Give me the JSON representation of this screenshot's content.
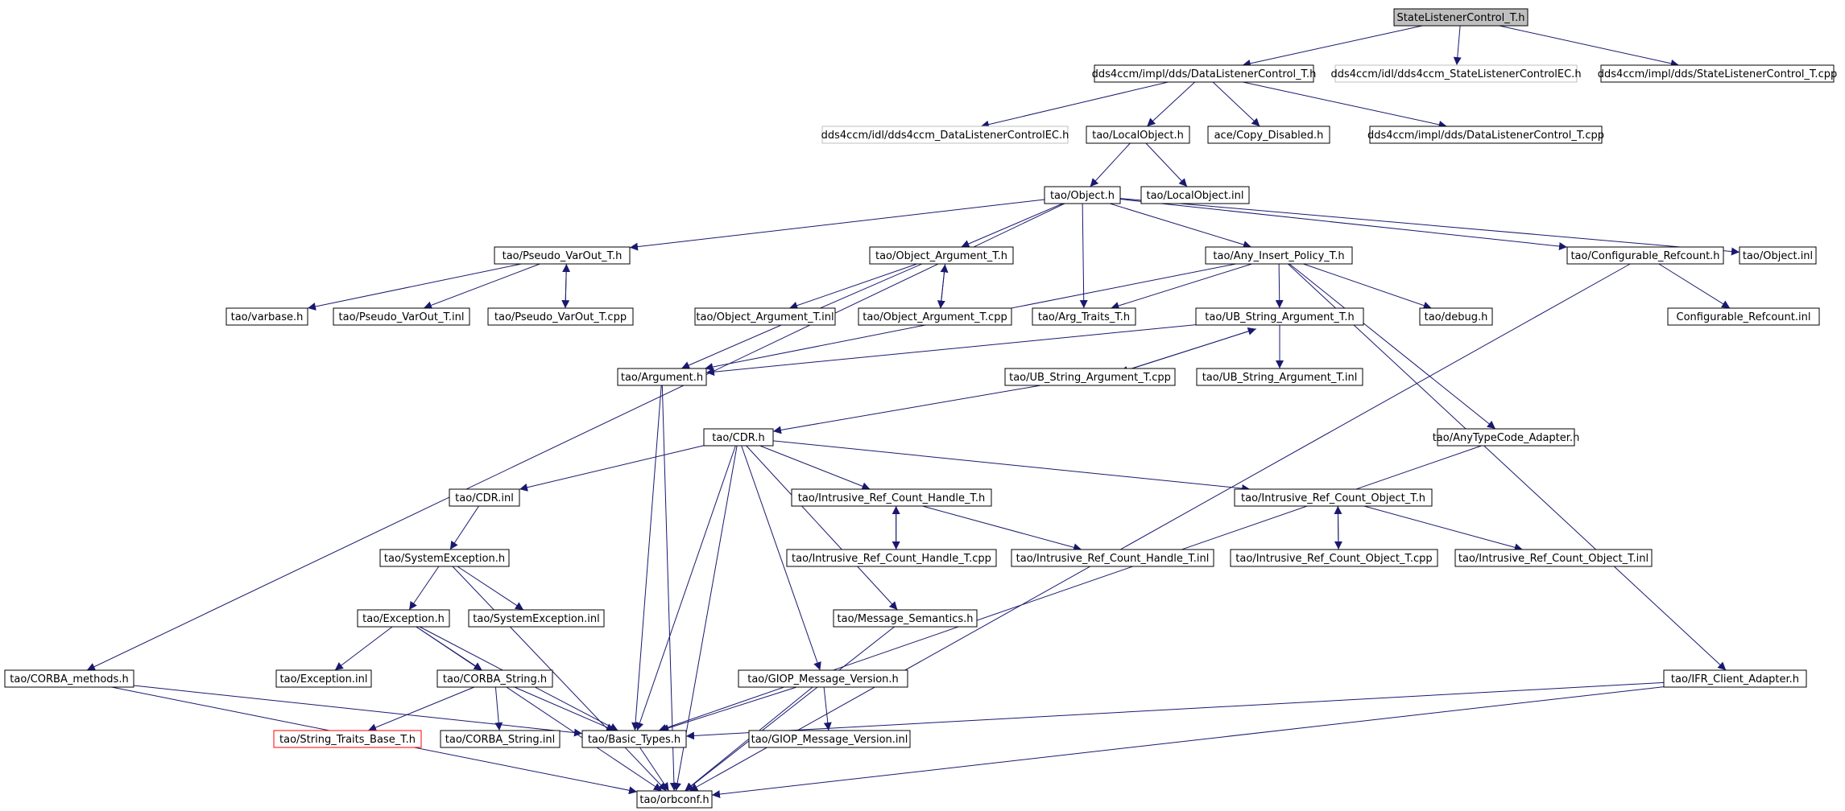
{
  "diagram": {
    "colors": {
      "edge": "#191970",
      "node_border": "#000000",
      "root_fill": "#bfbfbf",
      "grey_border": "#bfbfbf",
      "red_border": "#ff0000",
      "text": "#000000"
    },
    "nodes": [
      {
        "id": "n0",
        "label": "StateListenerControl_T.h",
        "style": "root"
      },
      {
        "id": "n1",
        "label": "dds4ccm/impl/dds/DataListenerControl_T.h",
        "style": "normal"
      },
      {
        "id": "n2",
        "label": "dds4ccm/idl/dds4ccm_StateListenerControlEC.h",
        "style": "grey"
      },
      {
        "id": "n3",
        "label": "dds4ccm/impl/dds/StateListenerControl_T.cpp",
        "style": "normal"
      },
      {
        "id": "n4",
        "label": "dds4ccm/idl/dds4ccm_DataListenerControlEC.h",
        "style": "grey"
      },
      {
        "id": "n5",
        "label": "tao/LocalObject.h",
        "style": "normal"
      },
      {
        "id": "n6",
        "label": "ace/Copy_Disabled.h",
        "style": "normal"
      },
      {
        "id": "n7",
        "label": "dds4ccm/impl/dds/DataListenerControl_T.cpp",
        "style": "normal"
      },
      {
        "id": "n8",
        "label": "tao/Object.h",
        "style": "normal"
      },
      {
        "id": "n9",
        "label": "tao/LocalObject.inl",
        "style": "normal"
      },
      {
        "id": "n10",
        "label": "tao/Pseudo_VarOut_T.h",
        "style": "normal"
      },
      {
        "id": "n11",
        "label": "tao/Object_Argument_T.h",
        "style": "normal"
      },
      {
        "id": "n12",
        "label": "tao/Any_Insert_Policy_T.h",
        "style": "normal"
      },
      {
        "id": "n13",
        "label": "tao/Configurable_Refcount.h",
        "style": "normal"
      },
      {
        "id": "n14",
        "label": "tao/Object.inl",
        "style": "normal"
      },
      {
        "id": "n15",
        "label": "tao/varbase.h",
        "style": "normal"
      },
      {
        "id": "n16",
        "label": "tao/Pseudo_VarOut_T.inl",
        "style": "normal"
      },
      {
        "id": "n17",
        "label": "tao/Pseudo_VarOut_T.cpp",
        "style": "normal"
      },
      {
        "id": "n18",
        "label": "tao/Object_Argument_T.inl",
        "style": "normal"
      },
      {
        "id": "n19",
        "label": "tao/Object_Argument_T.cpp",
        "style": "normal"
      },
      {
        "id": "n20",
        "label": "tao/Arg_Traits_T.h",
        "style": "normal"
      },
      {
        "id": "n21",
        "label": "tao/UB_String_Argument_T.h",
        "style": "normal"
      },
      {
        "id": "n22",
        "label": "tao/debug.h",
        "style": "normal"
      },
      {
        "id": "n23",
        "label": "Configurable_Refcount.inl",
        "style": "normal"
      },
      {
        "id": "n24",
        "label": "tao/Argument.h",
        "style": "normal"
      },
      {
        "id": "n25",
        "label": "tao/UB_String_Argument_T.cpp",
        "style": "normal"
      },
      {
        "id": "n26",
        "label": "tao/UB_String_Argument_T.inl",
        "style": "normal"
      },
      {
        "id": "n27",
        "label": "tao/CDR.h",
        "style": "normal"
      },
      {
        "id": "n28",
        "label": "tao/AnyTypeCode_Adapter.h",
        "style": "normal"
      },
      {
        "id": "n29",
        "label": "tao/CDR.inl",
        "style": "normal"
      },
      {
        "id": "n30",
        "label": "tao/Intrusive_Ref_Count_Handle_T.h",
        "style": "normal"
      },
      {
        "id": "n31",
        "label": "tao/Intrusive_Ref_Count_Object_T.h",
        "style": "normal"
      },
      {
        "id": "n32",
        "label": "tao/SystemException.h",
        "style": "normal"
      },
      {
        "id": "n33",
        "label": "tao/Intrusive_Ref_Count_Handle_T.cpp",
        "style": "normal"
      },
      {
        "id": "n34",
        "label": "tao/Intrusive_Ref_Count_Handle_T.inl",
        "style": "normal"
      },
      {
        "id": "n35",
        "label": "tao/Intrusive_Ref_Count_Object_T.cpp",
        "style": "normal"
      },
      {
        "id": "n36",
        "label": "tao/Intrusive_Ref_Count_Object_T.inl",
        "style": "normal"
      },
      {
        "id": "n37",
        "label": "tao/Exception.h",
        "style": "normal"
      },
      {
        "id": "n38",
        "label": "tao/SystemException.inl",
        "style": "normal"
      },
      {
        "id": "n39",
        "label": "tao/Message_Semantics.h",
        "style": "normal"
      },
      {
        "id": "n40",
        "label": "tao/CORBA_methods.h",
        "style": "normal"
      },
      {
        "id": "n41",
        "label": "tao/Exception.inl",
        "style": "normal"
      },
      {
        "id": "n42",
        "label": "tao/CORBA_String.h",
        "style": "normal"
      },
      {
        "id": "n43",
        "label": "tao/GIOP_Message_Version.h",
        "style": "normal"
      },
      {
        "id": "n44",
        "label": "tao/IFR_Client_Adapter.h",
        "style": "normal"
      },
      {
        "id": "n45",
        "label": "tao/String_Traits_Base_T.h",
        "style": "red"
      },
      {
        "id": "n46",
        "label": "tao/CORBA_String.inl",
        "style": "normal"
      },
      {
        "id": "n47",
        "label": "tao/Basic_Types.h",
        "style": "normal"
      },
      {
        "id": "n48",
        "label": "tao/GIOP_Message_Version.inl",
        "style": "normal"
      },
      {
        "id": "n49",
        "label": "tao/orbconf.h",
        "style": "normal"
      }
    ],
    "edges": [
      [
        "n0",
        "n1"
      ],
      [
        "n0",
        "n2"
      ],
      [
        "n0",
        "n3"
      ],
      [
        "n1",
        "n4"
      ],
      [
        "n1",
        "n5"
      ],
      [
        "n1",
        "n6"
      ],
      [
        "n1",
        "n7"
      ],
      [
        "n5",
        "n8"
      ],
      [
        "n5",
        "n9"
      ],
      [
        "n8",
        "n10"
      ],
      [
        "n8",
        "n11"
      ],
      [
        "n8",
        "n12"
      ],
      [
        "n8",
        "n13"
      ],
      [
        "n8",
        "n14"
      ],
      [
        "n8",
        "n20"
      ],
      [
        "n8",
        "n40"
      ],
      [
        "n10",
        "n15"
      ],
      [
        "n10",
        "n16"
      ],
      [
        "n10",
        "n17"
      ],
      [
        "n17",
        "n10"
      ],
      [
        "n11",
        "n18"
      ],
      [
        "n11",
        "n19"
      ],
      [
        "n19",
        "n11"
      ],
      [
        "n11",
        "n24"
      ],
      [
        "n12",
        "n20"
      ],
      [
        "n12",
        "n21"
      ],
      [
        "n12",
        "n22"
      ],
      [
        "n12",
        "n24"
      ],
      [
        "n12",
        "n28"
      ],
      [
        "n12",
        "n44"
      ],
      [
        "n13",
        "n23"
      ],
      [
        "n13",
        "n49"
      ],
      [
        "n21",
        "n24"
      ],
      [
        "n21",
        "n25"
      ],
      [
        "n21",
        "n26"
      ],
      [
        "n25",
        "n21"
      ],
      [
        "n25",
        "n27"
      ],
      [
        "n24",
        "n47"
      ],
      [
        "n24",
        "n49"
      ],
      [
        "n28",
        "n47"
      ],
      [
        "n27",
        "n29"
      ],
      [
        "n27",
        "n30"
      ],
      [
        "n27",
        "n31"
      ],
      [
        "n27",
        "n39"
      ],
      [
        "n27",
        "n43"
      ],
      [
        "n27",
        "n47"
      ],
      [
        "n27",
        "n49"
      ],
      [
        "n29",
        "n32"
      ],
      [
        "n30",
        "n33"
      ],
      [
        "n33",
        "n30"
      ],
      [
        "n30",
        "n34"
      ],
      [
        "n31",
        "n35"
      ],
      [
        "n35",
        "n31"
      ],
      [
        "n31",
        "n36"
      ],
      [
        "n32",
        "n37"
      ],
      [
        "n32",
        "n38"
      ],
      [
        "n32",
        "n49"
      ],
      [
        "n37",
        "n41"
      ],
      [
        "n37",
        "n42"
      ],
      [
        "n37",
        "n47"
      ],
      [
        "n37",
        "n49"
      ],
      [
        "n42",
        "n45"
      ],
      [
        "n42",
        "n46"
      ],
      [
        "n42",
        "n47"
      ],
      [
        "n39",
        "n49"
      ],
      [
        "n43",
        "n47"
      ],
      [
        "n43",
        "n48"
      ],
      [
        "n43",
        "n49"
      ],
      [
        "n40",
        "n47"
      ],
      [
        "n40",
        "n49"
      ],
      [
        "n44",
        "n47"
      ],
      [
        "n44",
        "n49"
      ],
      [
        "n47",
        "n49"
      ]
    ]
  }
}
